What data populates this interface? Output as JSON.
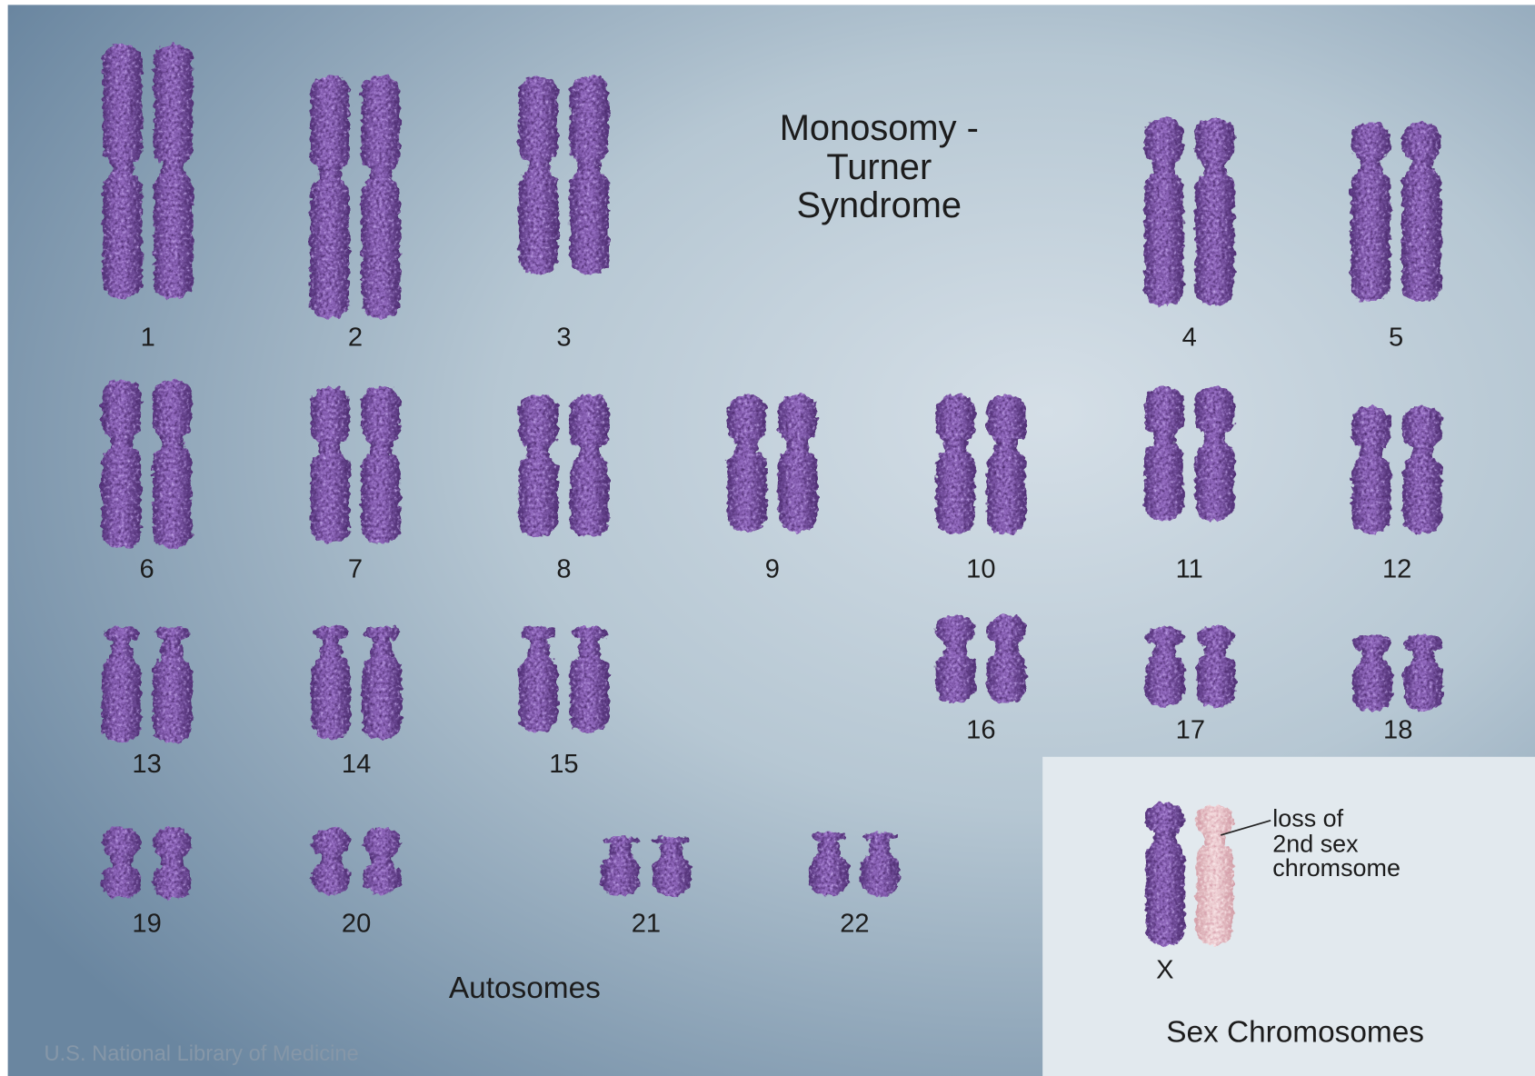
{
  "title": {
    "lines": [
      "Monosomy -",
      "Turner",
      "Syndrome"
    ]
  },
  "autosomes": {
    "heading": "Autosomes",
    "pairs": [
      {
        "number": "1",
        "copies": 2
      },
      {
        "number": "2",
        "copies": 2
      },
      {
        "number": "3",
        "copies": 2
      },
      {
        "number": "4",
        "copies": 2
      },
      {
        "number": "5",
        "copies": 2
      },
      {
        "number": "6",
        "copies": 2
      },
      {
        "number": "7",
        "copies": 2
      },
      {
        "number": "8",
        "copies": 2
      },
      {
        "number": "9",
        "copies": 2
      },
      {
        "number": "10",
        "copies": 2
      },
      {
        "number": "11",
        "copies": 2
      },
      {
        "number": "12",
        "copies": 2
      },
      {
        "number": "13",
        "copies": 2
      },
      {
        "number": "14",
        "copies": 2
      },
      {
        "number": "15",
        "copies": 2
      },
      {
        "number": "16",
        "copies": 2
      },
      {
        "number": "17",
        "copies": 2
      },
      {
        "number": "18",
        "copies": 2
      },
      {
        "number": "19",
        "copies": 2
      },
      {
        "number": "20",
        "copies": 2
      },
      {
        "number": "21",
        "copies": 2
      },
      {
        "number": "22",
        "copies": 2
      }
    ]
  },
  "sex_chromosomes": {
    "heading": "Sex Chromosomes",
    "present_label": "X",
    "missing_note": [
      "loss of",
      "2nd sex",
      "chromsome"
    ]
  },
  "credit": "U.S. National Library of Medicine",
  "colors": {
    "chromosome": "#9068bd",
    "lost_chromosome": "#f0d3d7",
    "background_center": "#d5dfe7",
    "background_edge": "#6a86a0",
    "panel": "#e2e9ee",
    "text": "#1c1c1c",
    "credit_text": "#8697a8"
  }
}
